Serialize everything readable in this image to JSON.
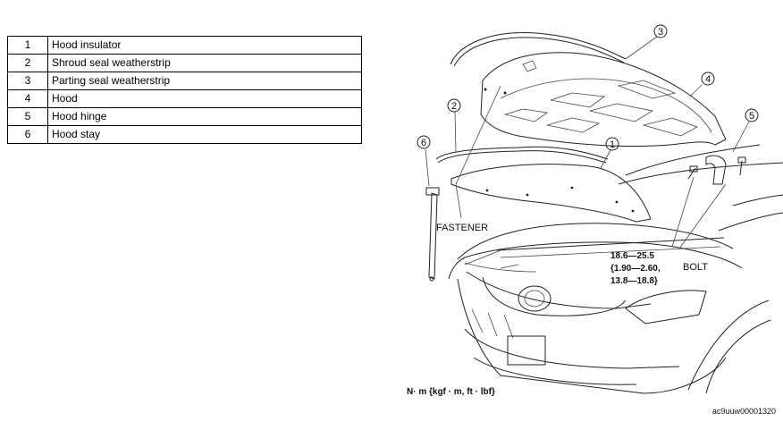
{
  "parts_table": {
    "rows": [
      {
        "num": "1",
        "name": "Hood insulator"
      },
      {
        "num": "2",
        "name": "Shroud seal weatherstrip"
      },
      {
        "num": "3",
        "name": "Parting seal weatherstrip"
      },
      {
        "num": "4",
        "name": "Hood"
      },
      {
        "num": "5",
        "name": "Hood hinge"
      },
      {
        "num": "6",
        "name": "Hood stay"
      }
    ]
  },
  "diagram": {
    "callouts": [
      "1",
      "2",
      "3",
      "4",
      "5",
      "6"
    ],
    "fastener_label": "FASTENER",
    "bolt_label": "BOLT",
    "torque_line1": "18.6—25.5",
    "torque_line2": "{1.90—2.60,",
    "torque_line3": "13.8—18.8}",
    "units_label": "N· m {kgf · m, ft · lbf}",
    "figure_id": "ac9uuw00001320"
  }
}
